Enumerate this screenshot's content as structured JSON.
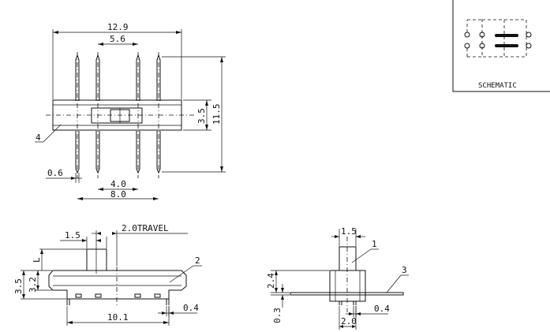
{
  "top_view": {
    "dim_overall_width": "12.9",
    "dim_pin_span": "5.6",
    "dim_body_height": "3.5",
    "dim_total_height": "11.5",
    "dim_pin_width": "0.6",
    "dim_pitch_4": "4.0",
    "dim_pitch_8": "8.0",
    "callout_4": "4"
  },
  "schematic": {
    "label": "SCHEMATIC"
  },
  "front_view": {
    "dim_actuator": "1.5",
    "dim_travel": "2.0TRAVEL",
    "dim_l": "L",
    "dim_3_5": "3.5",
    "dim_3_2": "3.2",
    "dim_10_1": "10.1",
    "dim_0_4": "0.4",
    "callout_2": "2"
  },
  "side_view": {
    "dim_actuator": "1.5",
    "dim_2_4": "2.4",
    "dim_0_3": "0.3",
    "dim_2_0": "2.0",
    "dim_0_4": "0.4",
    "callout_1": "1",
    "callout_3": "3"
  }
}
